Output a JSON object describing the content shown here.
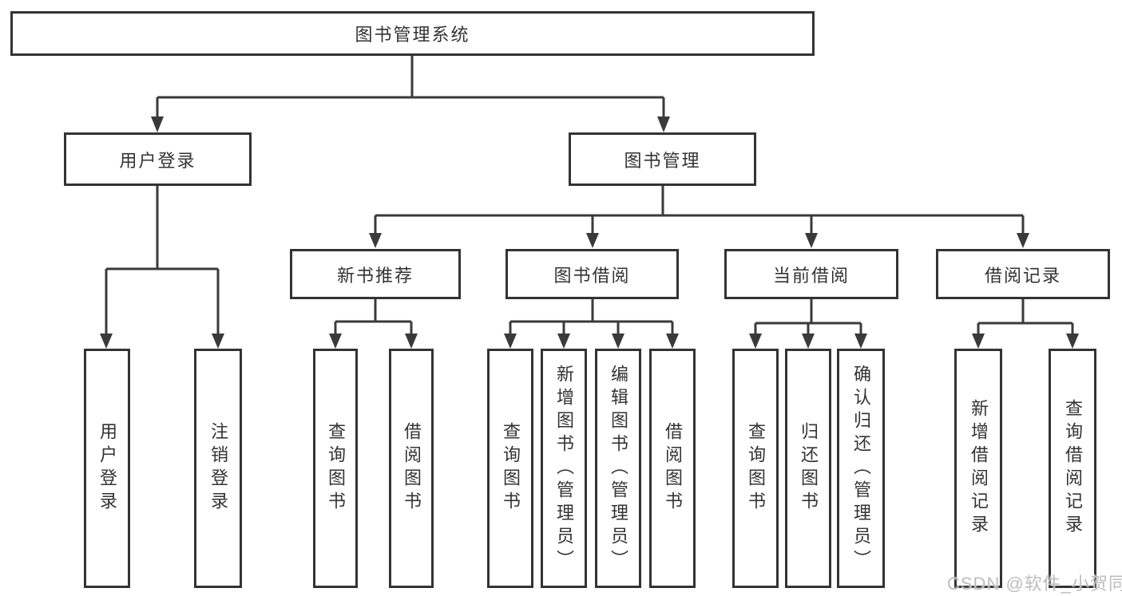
{
  "diagram": {
    "root": {
      "label": "图书管理系统"
    },
    "branches": [
      {
        "label": "用户登录",
        "leaves": [
          {
            "label": "用户登录"
          },
          {
            "label": "注销登录"
          }
        ]
      },
      {
        "label": "图书管理",
        "groups": [
          {
            "label": "新书推荐",
            "leaves": [
              {
                "label": "查询图书"
              },
              {
                "label": "借阅图书"
              }
            ]
          },
          {
            "label": "图书借阅",
            "leaves": [
              {
                "label": "查询图书"
              },
              {
                "label": "新增图书（管理员）"
              },
              {
                "label": "编辑图书（管理员）"
              },
              {
                "label": "借阅图书"
              }
            ]
          },
          {
            "label": "当前借阅",
            "leaves": [
              {
                "label": "查询图书"
              },
              {
                "label": "归还图书"
              },
              {
                "label": "确认归还（管理员）"
              }
            ]
          },
          {
            "label": "借阅记录",
            "leaves": [
              {
                "label": "新增借阅记录"
              },
              {
                "label": "查询借阅记录"
              }
            ]
          }
        ]
      }
    ]
  },
  "watermark": {
    "text": "CSDN @软件_小贺同学",
    "color": "#bdbdbd"
  },
  "colors": {
    "line": "#3a3a3a",
    "box_border": "#333333",
    "text": "#333333",
    "background": "#ffffff"
  }
}
